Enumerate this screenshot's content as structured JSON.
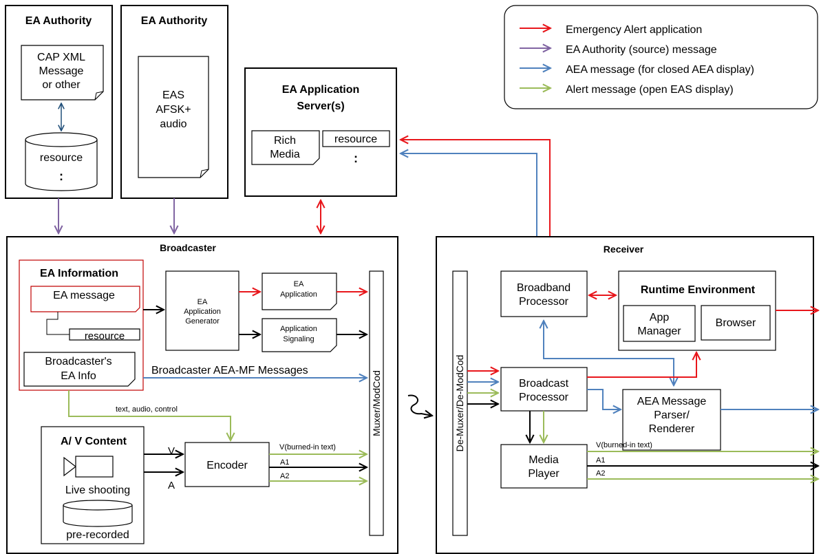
{
  "legend": {
    "items": [
      {
        "label": "Emergency Alert application",
        "color": "#e8161b"
      },
      {
        "label": "EA Authority (source) message",
        "color": "#8064a2"
      },
      {
        "label": "AEA message (for closed AEA display)",
        "color": "#4f81bd"
      },
      {
        "label": "Alert message (open EAS display)",
        "color": "#9bbb59"
      }
    ]
  },
  "ea_authority_1": {
    "title": "EA Authority",
    "doc_lines": [
      "CAP XML",
      "Message",
      "or other"
    ],
    "db_label": "resource",
    "db_dots": ":"
  },
  "ea_authority_2": {
    "title": "EA Authority",
    "doc_lines": [
      "EAS",
      "AFSK+",
      "audio"
    ]
  },
  "ea_app_server": {
    "title_lines": [
      "EA Application",
      "Server(s)"
    ],
    "rich_media_lines": [
      "Rich",
      "Media"
    ],
    "resource": "resource",
    "dots": ":"
  },
  "broadcaster": {
    "title": "Broadcaster",
    "ea_information": {
      "title": "EA Information",
      "ea_message": "EA message",
      "resource": "resource",
      "info_lines": [
        "Broadcaster's",
        "EA Info"
      ]
    },
    "generator_lines": [
      "EA",
      "Application",
      "Generator"
    ],
    "ea_application_lines": [
      "EA",
      "Application"
    ],
    "app_signaling_lines": [
      "Application",
      "Signaling"
    ],
    "aea_mf_label": "Broadcaster AEA-MF Messages",
    "text_audio_control": "text, audio, control",
    "av_content": {
      "title": "A/ V Content",
      "live": "Live shooting",
      "prerecorded": "pre-recorded"
    },
    "v_label": "V",
    "a_label": "A",
    "encoder": "Encoder",
    "v_burned": "V(burned-in text)",
    "a1": "A1",
    "a2": "A2",
    "muxer": "Muxer/ModCod"
  },
  "receiver": {
    "title": "Receiver",
    "demuxer": "De-Muxer/De-ModCod",
    "broadband_lines": [
      "Broadband",
      "Processor"
    ],
    "runtime": {
      "title": "Runtime Environment",
      "app_manager_lines": [
        "App",
        "Manager"
      ],
      "browser": "Browser"
    },
    "broadcast_lines": [
      "Broadcast",
      "Processor"
    ],
    "aea_parser_lines": [
      "AEA Message",
      "Parser/",
      "Renderer"
    ],
    "media_player_lines": [
      "Media",
      "Player"
    ],
    "v_burned": "V(burned-in text)",
    "a1": "A1",
    "a2": "A2"
  }
}
